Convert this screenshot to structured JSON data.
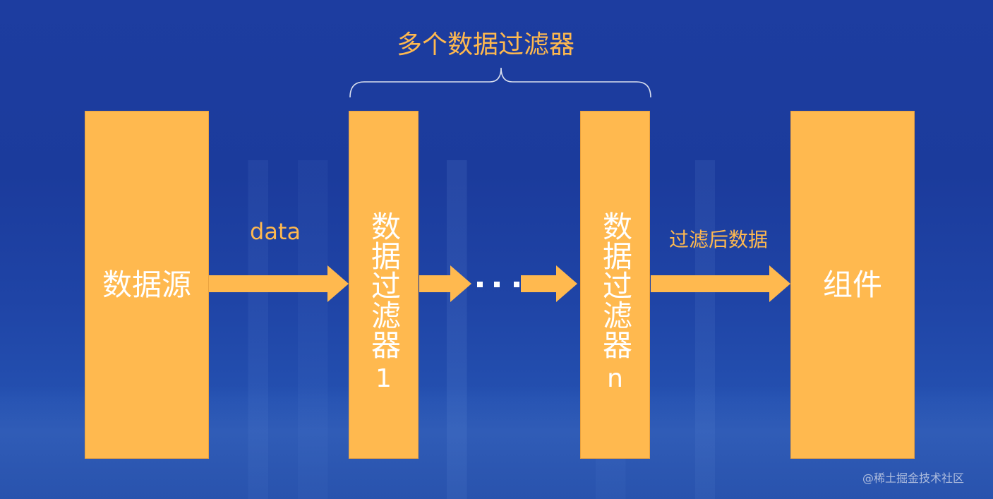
{
  "title": "多个数据过滤器",
  "source_block": {
    "label": "数据源"
  },
  "filter_1": {
    "label": "数据过滤器",
    "index": "1"
  },
  "filter_n": {
    "label": "数据过滤器",
    "index": "n"
  },
  "component_block": {
    "label": "组件"
  },
  "edge_data": {
    "label": "data"
  },
  "edge_filtered": {
    "label": "过滤后数据"
  },
  "ellipsis": "· · ·",
  "watermark": "@稀土掘金技术社区",
  "colors": {
    "background": "#1a3a9a",
    "block": "#ffb94f",
    "block_text": "#ffffff",
    "label_text": "#ffb94f",
    "bracket": "#d9dfee"
  }
}
